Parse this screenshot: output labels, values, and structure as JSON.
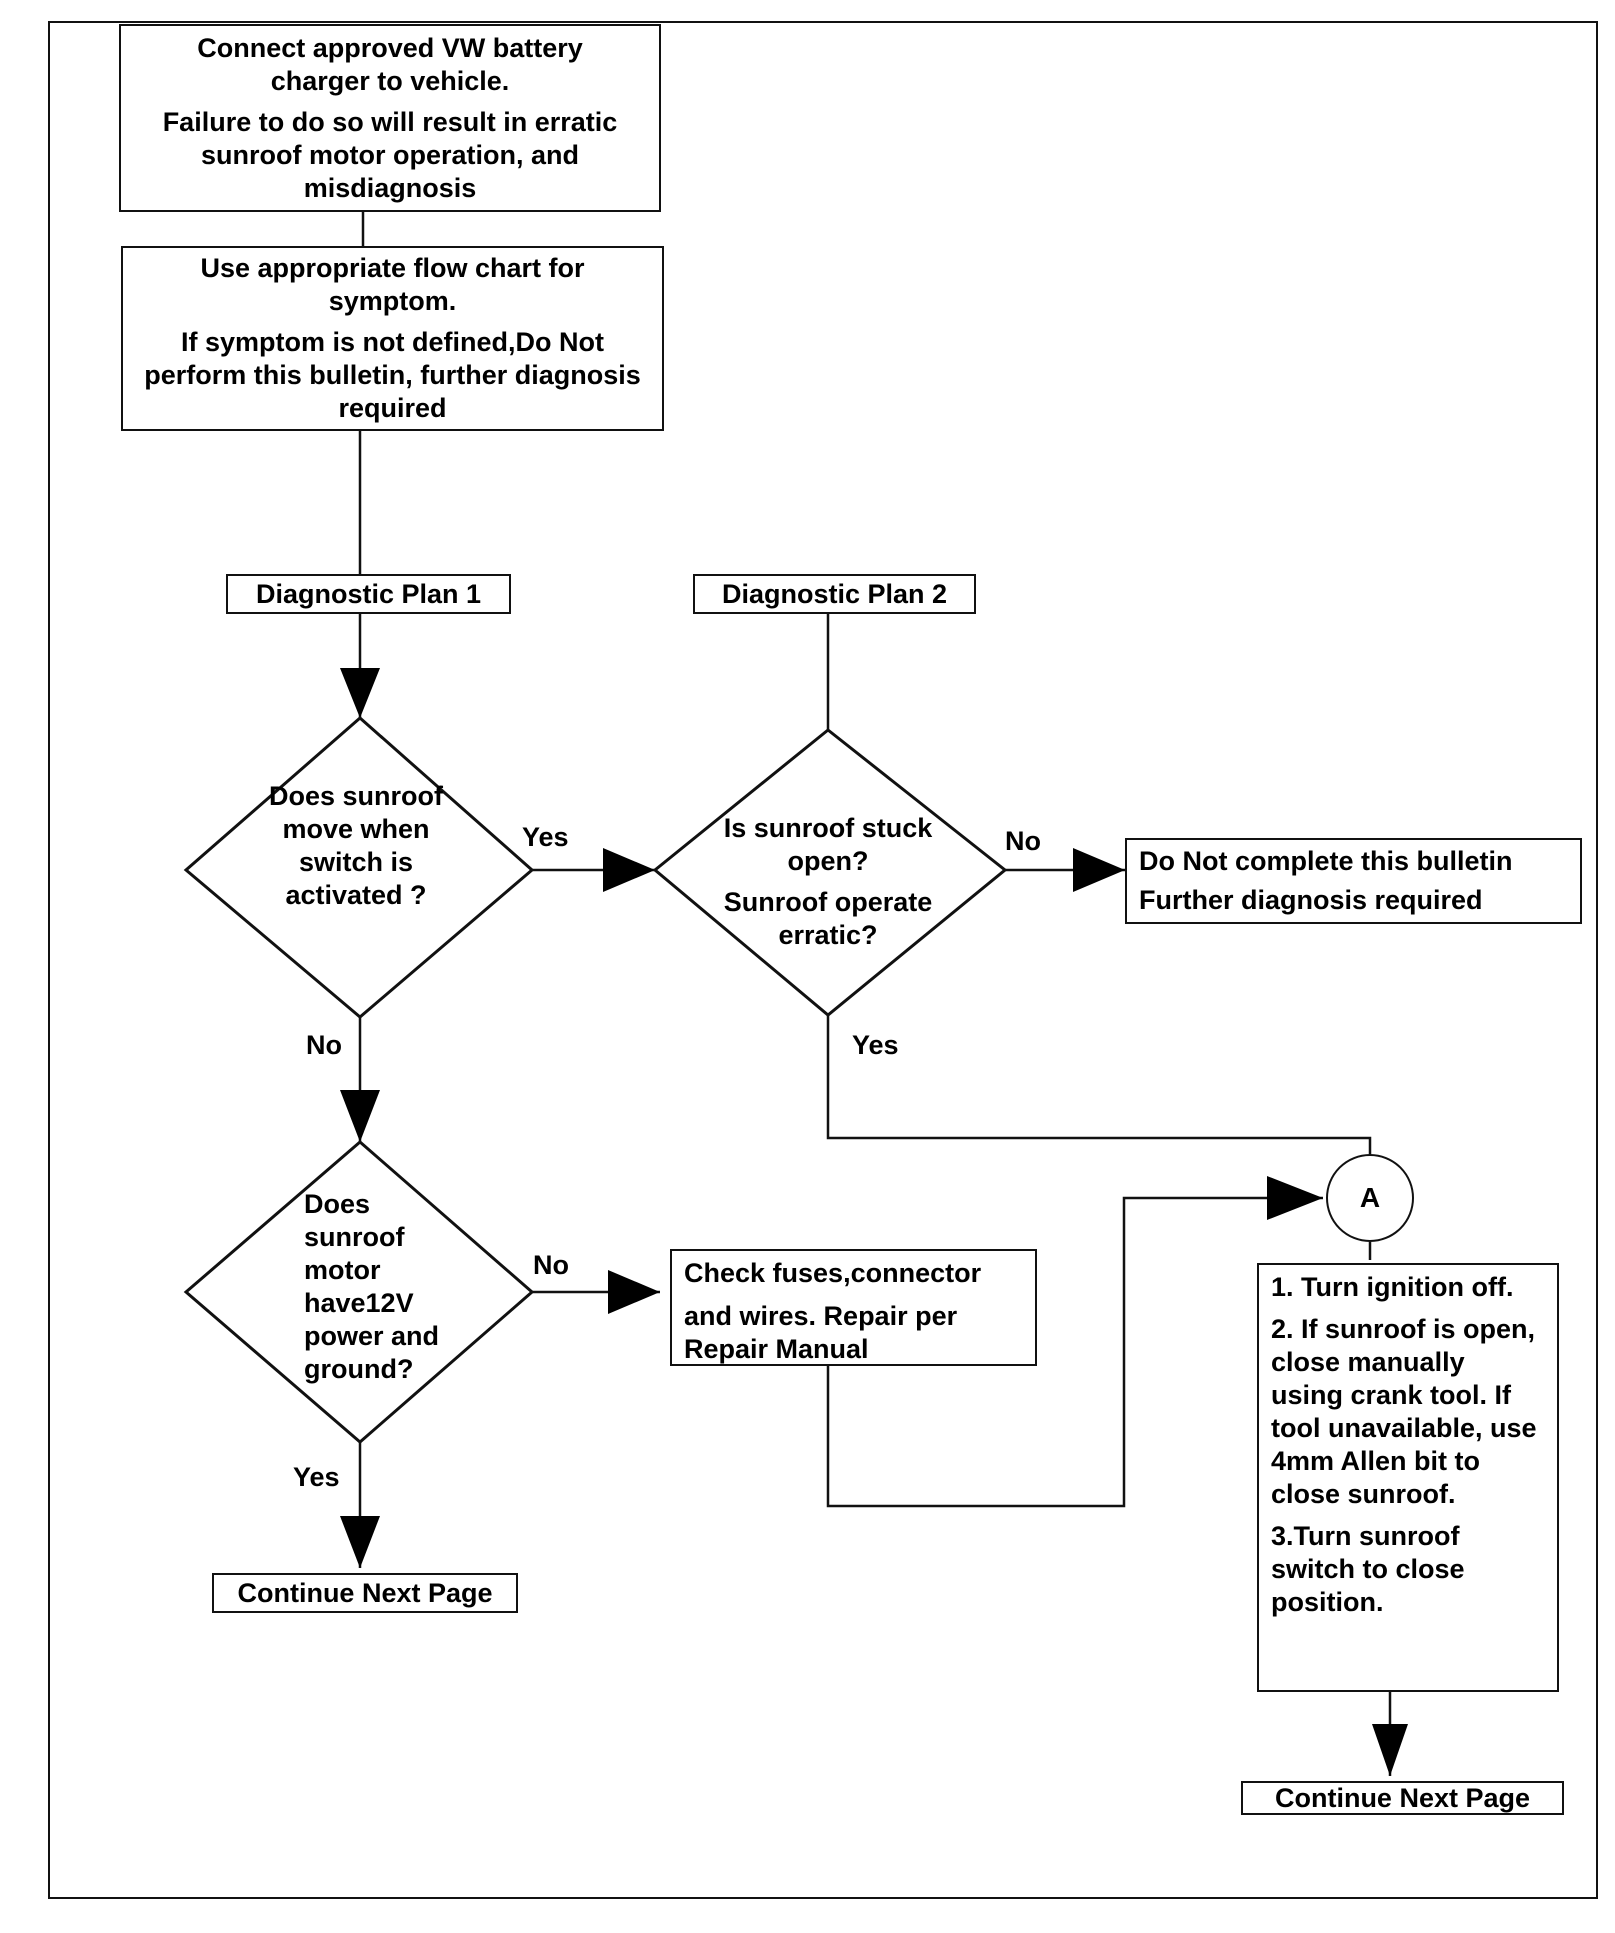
{
  "boxes": {
    "charger": [
      "Connect approved VW battery charger to vehicle.",
      "Failure to do so will result in erratic sunroof motor operation, and misdiagnosis"
    ],
    "flowchart": [
      "Use appropriate flow chart for symptom.",
      "If symptom is not defined,Do Not perform this bulletin, further diagnosis required"
    ],
    "plan1": "Diagnostic Plan 1",
    "plan2": "Diagnostic Plan 2",
    "donot": [
      "Do Not complete this bulletin",
      "Further diagnosis required"
    ],
    "check": [
      "Check fuses,connector",
      "and wires. Repair per Repair Manual"
    ],
    "steps": [
      "1. Turn ignition off.",
      "2. If sunroof is open, close manually using crank tool. If tool unavailable, use 4mm Allen bit to close sunroof.",
      "3.Turn sunroof switch to close position."
    ],
    "continue_left": "Continue Next Page",
    "continue_right": "Continue Next Page"
  },
  "decisions": {
    "move": "Does sunroof move when switch is activated ?",
    "stuck": [
      "Is sunroof stuck open?",
      "Sunroof operate erratic?"
    ],
    "power": "Does sunroof motor have12V power and ground?"
  },
  "connector": "A",
  "labels": {
    "yes_move": "Yes",
    "no_move": "No",
    "no_stuck": "No",
    "yes_stuck": "Yes",
    "no_power": "No",
    "yes_power": "Yes"
  }
}
